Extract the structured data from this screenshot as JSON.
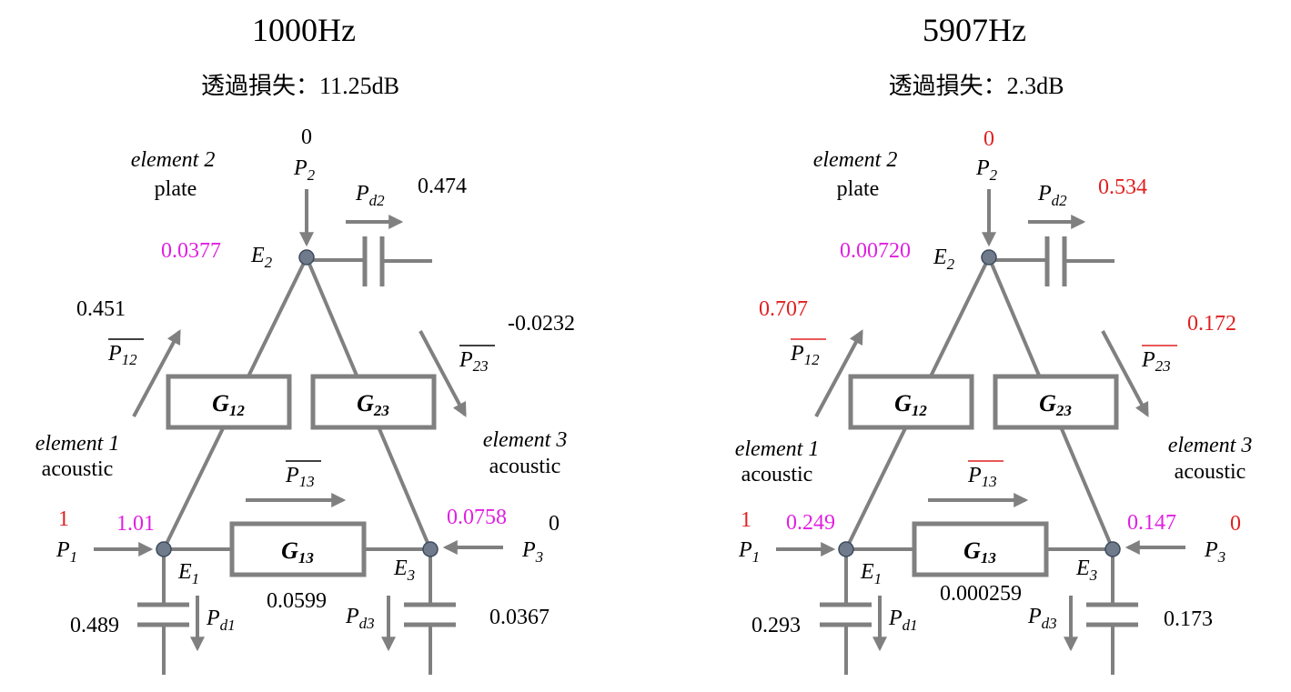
{
  "colors": {
    "black": "#000000",
    "red": "#e02020",
    "magenta": "#e020e0",
    "gray": "#808080"
  },
  "labels": {
    "element2": "element 2",
    "plate": "plate",
    "element1": "element 1",
    "element3": "element 3",
    "acoustic": "acoustic",
    "P1": "P",
    "P2": "P",
    "P3": "P",
    "Pd": "P",
    "E": "E",
    "G": "G",
    "Pbar": "P",
    "s1": "1",
    "s2": "2",
    "s3": "3",
    "sd1": "d1",
    "sd2": "d2",
    "sd3": "d3",
    "s12": "12",
    "s13": "13",
    "s23": "23"
  },
  "panels": [
    {
      "title": "1000Hz",
      "tl": "透過損失：11.25dB",
      "in_p2": "0",
      "in_p1": "1",
      "in_p3": "0",
      "e2_val": "0.0377",
      "e1_val": "1.01",
      "e3_val": "0.0758",
      "pd2": "0.474",
      "pd1": "0.489",
      "pd3": "0.0367",
      "p12": "0.451",
      "p23": "-0.0232",
      "p13": "0.0599",
      "colors": {
        "in_p2": "#000000",
        "in_p1": "#e02020",
        "in_p3": "#000000",
        "e_vals": "#e020e0",
        "e_labels": "#000000",
        "pd2": "#000000",
        "pd1": "#000000",
        "pd3": "#000000",
        "p12": "#000000",
        "p23": "#000000",
        "p13": "#000000",
        "pd2_label": "#000000",
        "pbar_labels": "#000000"
      }
    },
    {
      "title": "5907Hz",
      "tl": "透過損失：2.3dB",
      "in_p2": "0",
      "in_p1": "1",
      "in_p3": "0",
      "e2_val": "0.00720",
      "e1_val": "0.249",
      "e3_val": "0.147",
      "pd2": "0.534",
      "pd1": "0.293",
      "pd3": "0.173",
      "p12": "0.707",
      "p23": "0.172",
      "p13": "0.000259",
      "colors": {
        "in_p2": "#e02020",
        "in_p1": "#e02020",
        "in_p3": "#e02020",
        "e_vals": "#e020e0",
        "e_labels": "#e020e0",
        "pd2": "#e02020",
        "pd1": "#000000",
        "pd3": "#000000",
        "p12": "#e02020",
        "p23": "#e02020",
        "p13": "#000000",
        "pd2_label": "#e02020",
        "pbar_labels": "#e02020"
      }
    }
  ]
}
